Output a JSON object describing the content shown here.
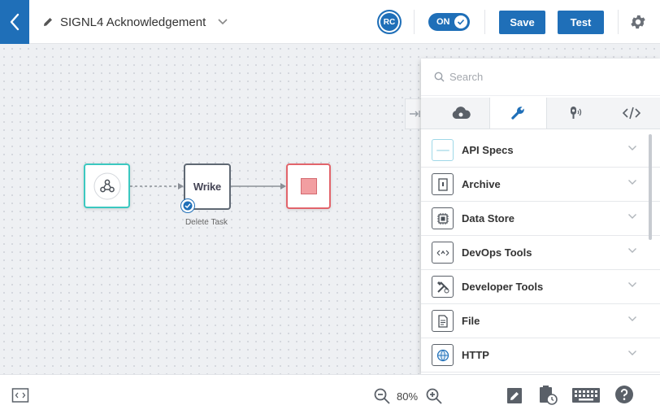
{
  "header": {
    "title": "SIGNL4 Acknowledgement",
    "avatar_initials": "RC",
    "toggle_label": "ON",
    "save_label": "Save",
    "test_label": "Test"
  },
  "canvas": {
    "nodes": [
      {
        "name": "trigger-node",
        "icon": "webhook-icon"
      },
      {
        "name": "wrike-node",
        "logo_text": "Wrike",
        "label": "Delete Task"
      },
      {
        "name": "end-node",
        "icon": "stop-square"
      }
    ]
  },
  "panel": {
    "search_placeholder": "Search",
    "tabs": [
      {
        "name": "cloud-icon",
        "active": false
      },
      {
        "name": "wrench-icon",
        "active": true
      },
      {
        "name": "iot-icon",
        "active": false
      },
      {
        "name": "code-icon",
        "active": false
      }
    ],
    "items": [
      {
        "label": "API Specs",
        "icon": "api-specs-icon"
      },
      {
        "label": "Archive",
        "icon": "archive-icon"
      },
      {
        "label": "Data Store",
        "icon": "data-store-icon"
      },
      {
        "label": "DevOps Tools",
        "icon": "devops-icon"
      },
      {
        "label": "Developer Tools",
        "icon": "developer-tools-icon"
      },
      {
        "label": "File",
        "icon": "file-icon"
      },
      {
        "label": "HTTP",
        "icon": "http-icon"
      }
    ]
  },
  "footer": {
    "zoom": "80%"
  },
  "colors": {
    "accent": "#1f6fb8",
    "trigger_border": "#3bc8c0",
    "end_border": "#e2646b"
  }
}
